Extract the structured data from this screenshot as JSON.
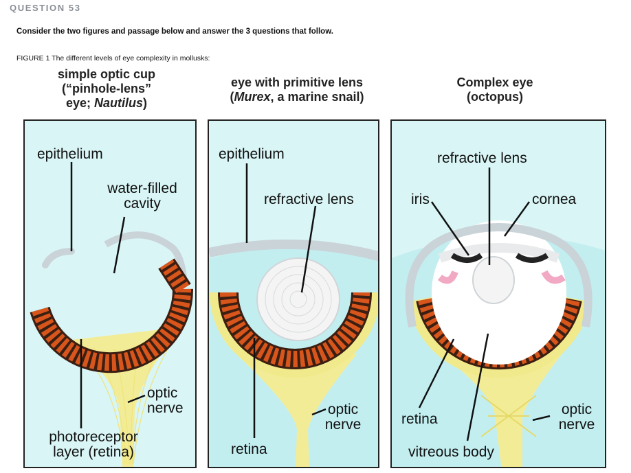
{
  "header": {
    "question_number": "QUESTION 53",
    "instruction": "Consider the two figures and passage below and answer the 3 questions that follow.",
    "figure_caption": "FIGURE 1 The different levels of eye complexity in mollusks:"
  },
  "colors": {
    "background": "#d9f5f6",
    "retina_cells": "#d8561c",
    "nerve": "#f3ec96",
    "iris": "#222222",
    "pink_tissue": "#f2a9c3",
    "lens": "#f4f4f4"
  },
  "panels": [
    {
      "title_lines": [
        "simple optic cup",
        "(“pinhole-lens”",
        "eye; "
      ],
      "title_italic": "Nautilus",
      "title_tail": ")",
      "labels": {
        "epithelium": "epithelium",
        "cavity_1": "water-filled",
        "cavity_2": "cavity",
        "nerve_1": "optic",
        "nerve_2": "nerve",
        "photo_1": "photoreceptor",
        "photo_2": "layer (retina)"
      }
    },
    {
      "title_line1": "eye with primitive lens",
      "title_line2_pre": "(",
      "title_italic": "Murex",
      "title_line2_post": ", a marine snail)",
      "labels": {
        "epithelium": "epithelium",
        "lens": "refractive lens",
        "nerve_1": "optic",
        "nerve_2": "nerve",
        "retina": "retina"
      }
    },
    {
      "title_line1": "Complex eye",
      "title_line2": "(octopus)",
      "labels": {
        "lens": "refractive lens",
        "iris": "iris",
        "cornea": "cornea",
        "retina": "retina",
        "nerve_1": "optic",
        "nerve_2": "nerve",
        "vitreous": "vitreous body"
      }
    }
  ]
}
